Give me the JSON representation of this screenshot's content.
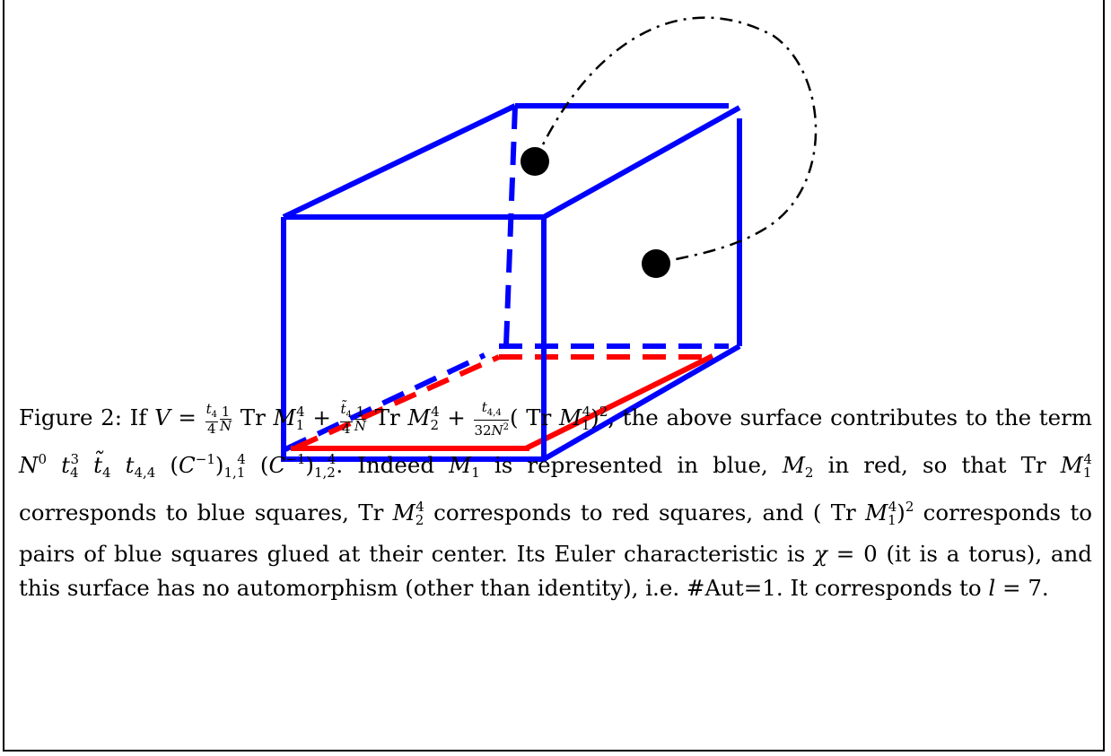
{
  "figure": {
    "colors": {
      "m1": "#0000ff",
      "m2": "#ff0000",
      "glue": "#000000"
    }
  },
  "caption": {
    "label": "Figure 2:",
    "if": "If",
    "tr": "Tr",
    "contrib": ", the above surface contributes to the term",
    "indeed": ". Indeed",
    "is_blue": "is represented in blue,",
    "in_red": "in red, so that",
    "blue_sq": "corresponds to blue squares,",
    "red_sq": "corresponds to red squares, and",
    "pairs": "corresponds to pairs of blue squares glued at their center. Its Euler characteristic is",
    "chi_eq": "= 0 (it is a torus), and this surface has no automorphism (other than identity), i.e. #Aut=1. It corresponds to",
    "l_eq": "= 7."
  }
}
